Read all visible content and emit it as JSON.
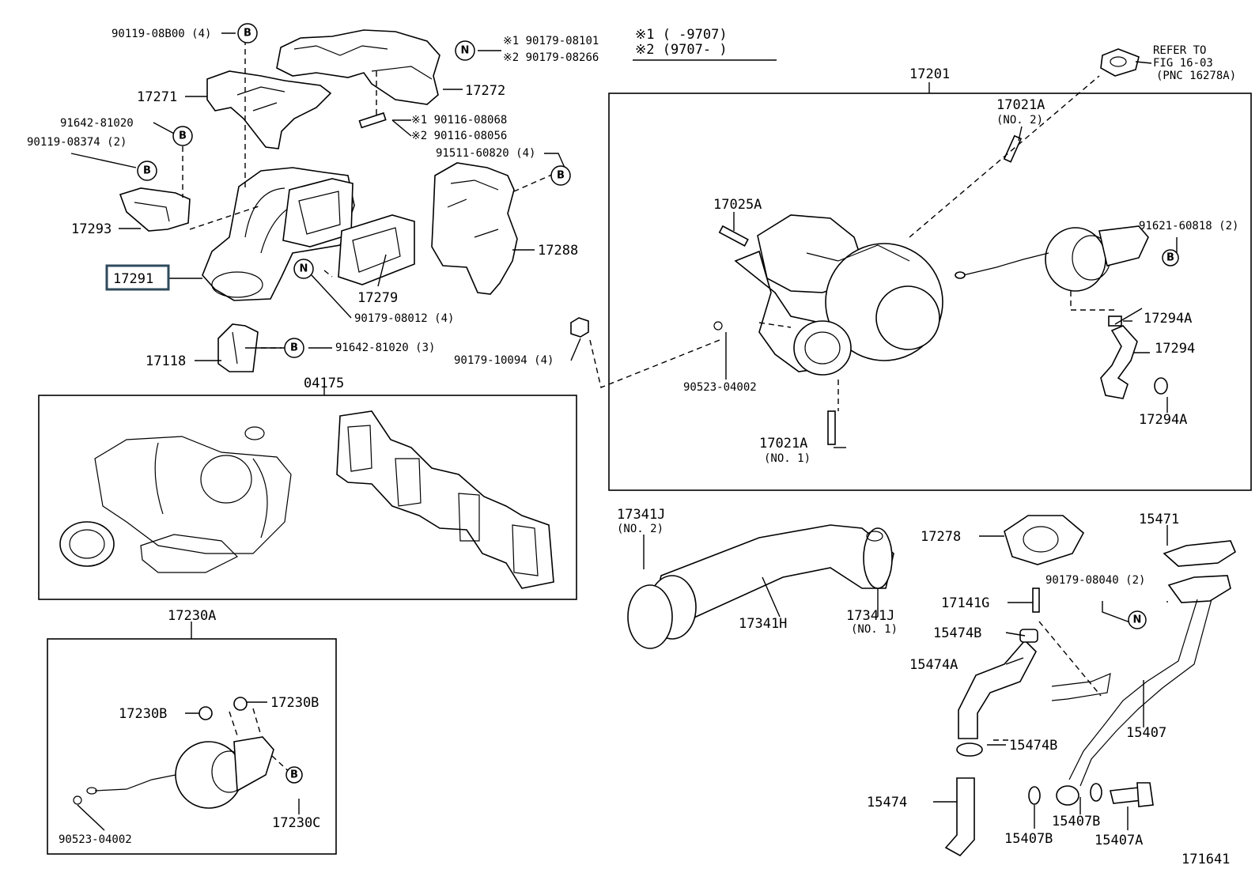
{
  "legend": {
    "note1": "※1 (     -9707)",
    "note2": "※2 (9707-      )"
  },
  "refer": {
    "line1": "REFER TO",
    "line2": "FIG 16-03",
    "line3": "(PNC 16278A)"
  },
  "callouts": {
    "b": "B",
    "n": "N"
  },
  "labels": {
    "p90119_08B00": "90119-08B00 (4)",
    "p17271": "17271",
    "p17272": "17272",
    "p91642_81020_top": "91642-81020",
    "p90119_08374": "90119-08374 (2)",
    "p17293": "17293",
    "p17291": "17291",
    "p17279": "17279",
    "p17288": "17288",
    "p90179_08012": "90179-08012 (4)",
    "p17118": "17118",
    "p91642_81020_3": "91642-81020 (3)",
    "p90179_10094": "90179-10094 (4)",
    "p90179_08101": "※1 90179-08101",
    "p90179_08266": "※2 90179-08266",
    "p90116_08068": "※1 90116-08068",
    "p90116_08056": "※2 90116-08056",
    "p91511_60820": "91511-60820 (4)",
    "p17201": "17201",
    "p17021A_2": "17021A",
    "p17021A_2b": "(NO. 2)",
    "p17025A": "17025A",
    "p91621_60818": "91621-60818 (2)",
    "p17294A_top": "17294A",
    "p17294": "17294",
    "p17294A_bot": "17294A",
    "p90523_04002": "90523-04002",
    "p17021A_1": "17021A",
    "p17021A_1b": "(NO. 1)",
    "p04175": "04175",
    "p17230A": "17230A",
    "p17230B_l": "17230B",
    "p17230B_r": "17230B",
    "p17230C": "17230C",
    "p90523_04002_b": "90523-04002",
    "p17341J_2": "17341J",
    "p17341J_2b": "(NO. 2)",
    "p17341H": "17341H",
    "p17341J_1": "17341J",
    "p17341J_1b": "(NO. 1)",
    "p17278": "17278",
    "p15471": "15471",
    "p17141G": "17141G",
    "p90179_08040": "90179-08040 (2)",
    "p15474B_top": "15474B",
    "p15474A": "15474A",
    "p15407": "15407",
    "p15474B_bot": "15474B",
    "p15474": "15474",
    "p15407B_l": "15407B",
    "p15407B_r": "15407B",
    "p15407A": "15407A",
    "p171641": "171641"
  }
}
